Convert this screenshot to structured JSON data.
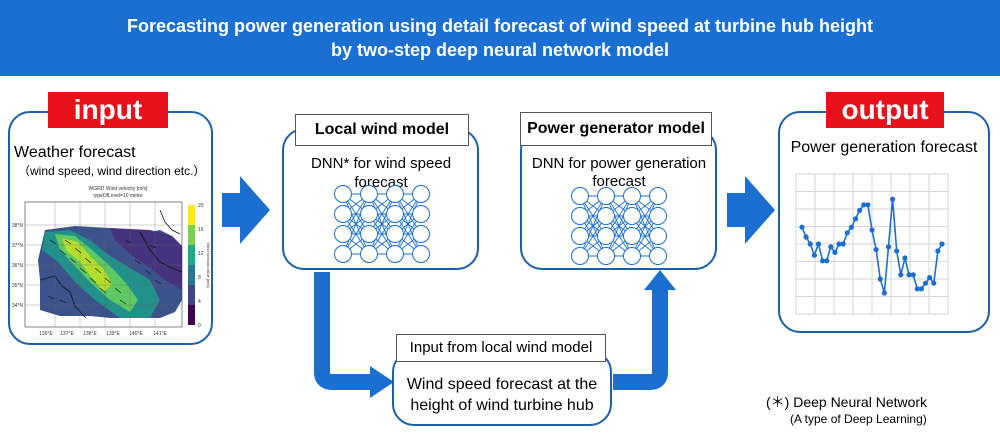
{
  "banner": {
    "line1": "Forecasting power generation using detail forecast of wind speed at turbine hub height",
    "line2": "by two-step deep neural network model"
  },
  "input": {
    "tag": "input",
    "heading": "Weather forecast",
    "subheading": "（wind speed, wind direction etc.）",
    "map": {
      "title": "WGRD Wind velocity [m/s]",
      "subtitle": "typeOfLevel=10 metre",
      "colorbar_label": "Wind forecast value [m/s]",
      "colorbar_ticks": [
        "20",
        "16",
        "12",
        "8",
        "4",
        "0"
      ],
      "lat_ticks": [
        "38°N",
        "37°N",
        "36°N",
        "35°N",
        "34°N"
      ],
      "lon_ticks": [
        "136°E",
        "137°E",
        "138°E",
        "139°E",
        "140°E",
        "141°E"
      ]
    }
  },
  "local_wind": {
    "title": "Local wind model",
    "desc": "DNN* for wind speed forecast"
  },
  "power_model": {
    "title": "Power generator model",
    "desc_line1": "DNN for power generation",
    "desc_line2": "forecast"
  },
  "hub": {
    "title": "Input from local wind model",
    "line1": "Wind speed forecast at the",
    "line2": "height of wind turbine hub"
  },
  "output": {
    "tag": "output",
    "heading": "Power generation forecast"
  },
  "chart_data": {
    "type": "line",
    "values": [
      0.62,
      0.55,
      0.5,
      0.42,
      0.5,
      0.38,
      0.38,
      0.48,
      0.44,
      0.5,
      0.5,
      0.58,
      0.62,
      0.68,
      0.74,
      0.78,
      0.78,
      0.6,
      0.46,
      0.25,
      0.15,
      0.48,
      0.82,
      0.45,
      0.28,
      0.4,
      0.28,
      0.28,
      0.18,
      0.18,
      0.22,
      0.26,
      0.22,
      0.45,
      0.5
    ],
    "ylim": [
      0,
      1
    ],
    "grid": true
  },
  "footnote": {
    "line1": "(＊) Deep Neural Network",
    "line2": "(A type of Deep Learning)"
  }
}
